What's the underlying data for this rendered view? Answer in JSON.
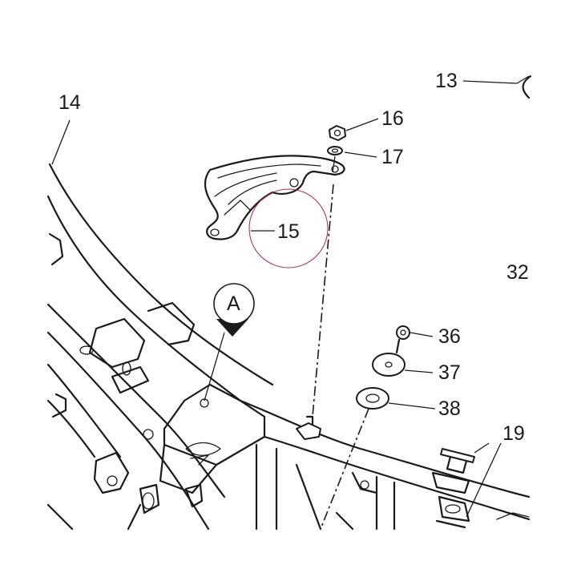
{
  "callouts": {
    "c13": "13",
    "c14": "14",
    "c15": "15",
    "c16": "16",
    "c17": "17",
    "c19": "19",
    "c32": "32",
    "c36": "36",
    "c37": "37",
    "c38": "38"
  },
  "view_marker": "A",
  "colors": {
    "line": "#1a1a1a",
    "highlight_circle": "#b0243c"
  }
}
